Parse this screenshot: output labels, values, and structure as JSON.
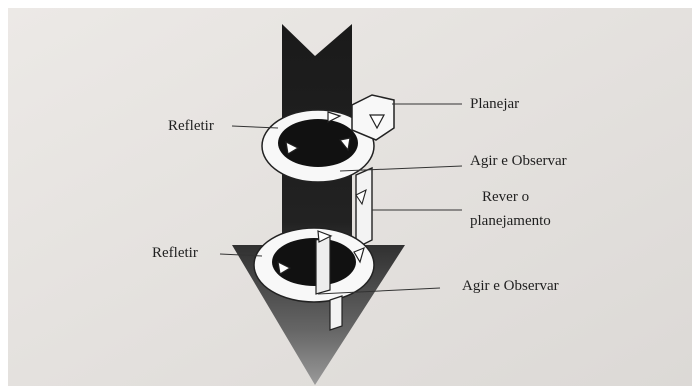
{
  "diagram": {
    "labels": {
      "reflect_top": "Refletir",
      "plan": "Planejar",
      "act_observe_top": "Agir e Observar",
      "replan_line1": "Rever o",
      "replan_line2": "planejamento",
      "reflect_bottom": "Refletir",
      "act_observe_bottom": "Agir e Observar"
    }
  }
}
